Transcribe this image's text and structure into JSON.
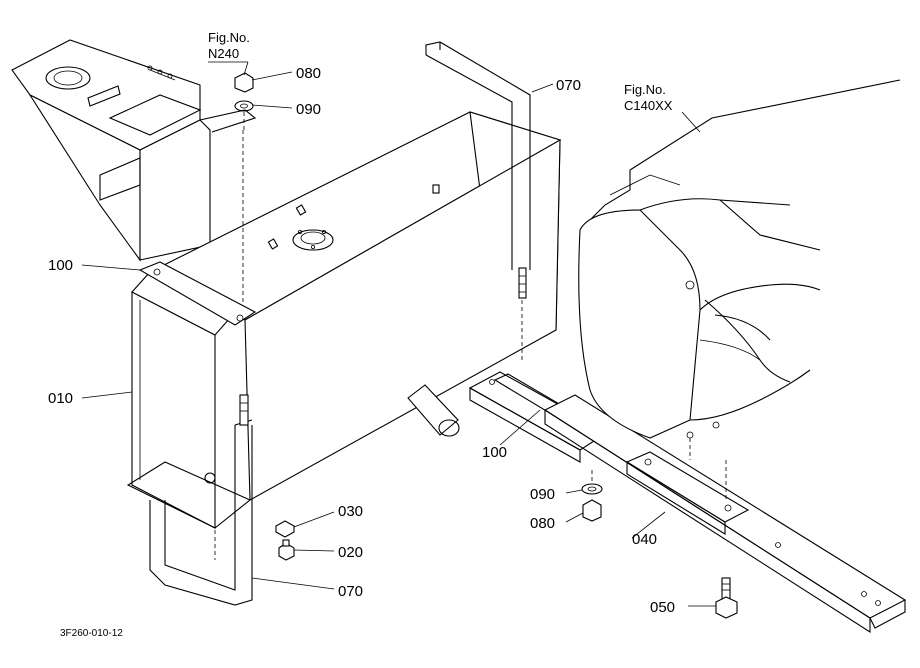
{
  "callouts": {
    "fig_n240_title": "Fig.No.",
    "fig_n240_code": "N240",
    "fig_c140_title": "Fig.No.",
    "fig_c140_code": "C140XX",
    "p080_top": "080",
    "p090_top": "090",
    "p070_top": "070",
    "p100_left": "100",
    "p010": "010",
    "p100_bottom": "100",
    "p090_bottom": "090",
    "p080_bottom": "080",
    "p040": "040",
    "p030": "030",
    "p020": "020",
    "p070_bottom": "070",
    "p050": "050"
  },
  "drawing_code": "3F260-010-12"
}
